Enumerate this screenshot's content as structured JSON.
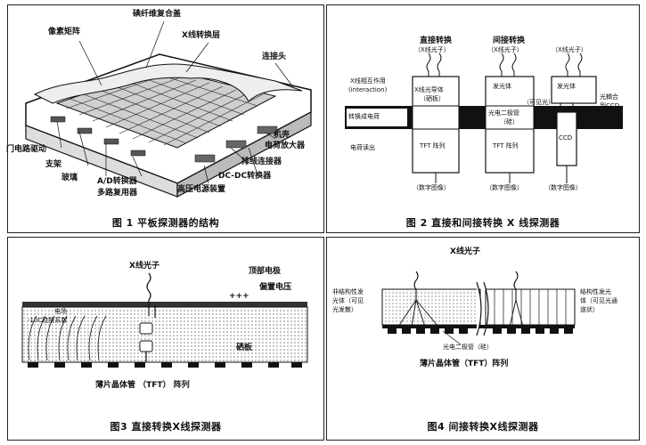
{
  "fig1": {
    "caption": "图 1  平板探测器的结构",
    "labels": {
      "top_layer": "碘纤维复合盖",
      "pixel_matrix": "像素矩阵",
      "x_conversion": "X线转换层",
      "connector": "连接头",
      "gate_drive": "门电路驱动",
      "support": "支架",
      "glass": "玻璃",
      "ad_converter": "A/D转换器",
      "multiplexer": "多路复用器",
      "hv_device": "高压电源装置",
      "dcdc": "DC-DC转换器",
      "scan_connector": "排线连接器",
      "charge_amp_1": "机壳",
      "charge_amp_2": "电荷放大器"
    }
  },
  "fig2": {
    "caption": "图 2   直接和间接转换 X 线探测器",
    "labels": {
      "direct_title": "直接转换",
      "indirect_title": "间接转换",
      "xphoton_1": "（X线光子）",
      "xphoton_2": "（X线光子）",
      "xphoton_3": "（X线光子）",
      "interaction_1": "X线相互作用",
      "interaction_2": "(interaction)",
      "convert_signal": "转换成电荷",
      "charge_readout": "电荷读出",
      "photoconductor_1": "X线光导体",
      "photoconductor_2": "（硒板）",
      "scintillator_1": "发光体",
      "scintillator_2": "发光体",
      "visible_1": "（可见光）",
      "photodiode_1": "光电二极管",
      "photodiode_2": "（硅）",
      "lens_1": "光耦合",
      "lens_2": "到CCD",
      "ccd": "CCD",
      "tft_1": "TFT 阵列",
      "tft_2": "TFT 阵列",
      "digital_1": "（数字图像）",
      "digital_2": "（数字图像）",
      "digital_3": "（数字图像）"
    }
  },
  "fig3": {
    "caption": "图3  直接转换X线探测器",
    "labels": {
      "xphoton": "X线光子",
      "top_electrode": "顶部电极",
      "bias_voltage": "偏置电压",
      "plus": "+++",
      "field_1": "电场",
      "field_2": "-10C硅酸系数",
      "selenium": "硒板",
      "tft": "薄片晶体管 （TFT） 阵列"
    }
  },
  "fig4": {
    "caption": "图4  间接转换X线探测器",
    "labels": {
      "xphoton": "X线光子",
      "nonstruct_1": "非结构性发",
      "nonstruct_2": "光体（可见",
      "nonstruct_3": "光发散）",
      "struct_1": "结构性发光",
      "struct_2": "体（可见光通",
      "struct_3": "道状）",
      "photodiode": "光电二极管（硅）",
      "tft": "薄片晶体管（TFT）阵列"
    }
  }
}
